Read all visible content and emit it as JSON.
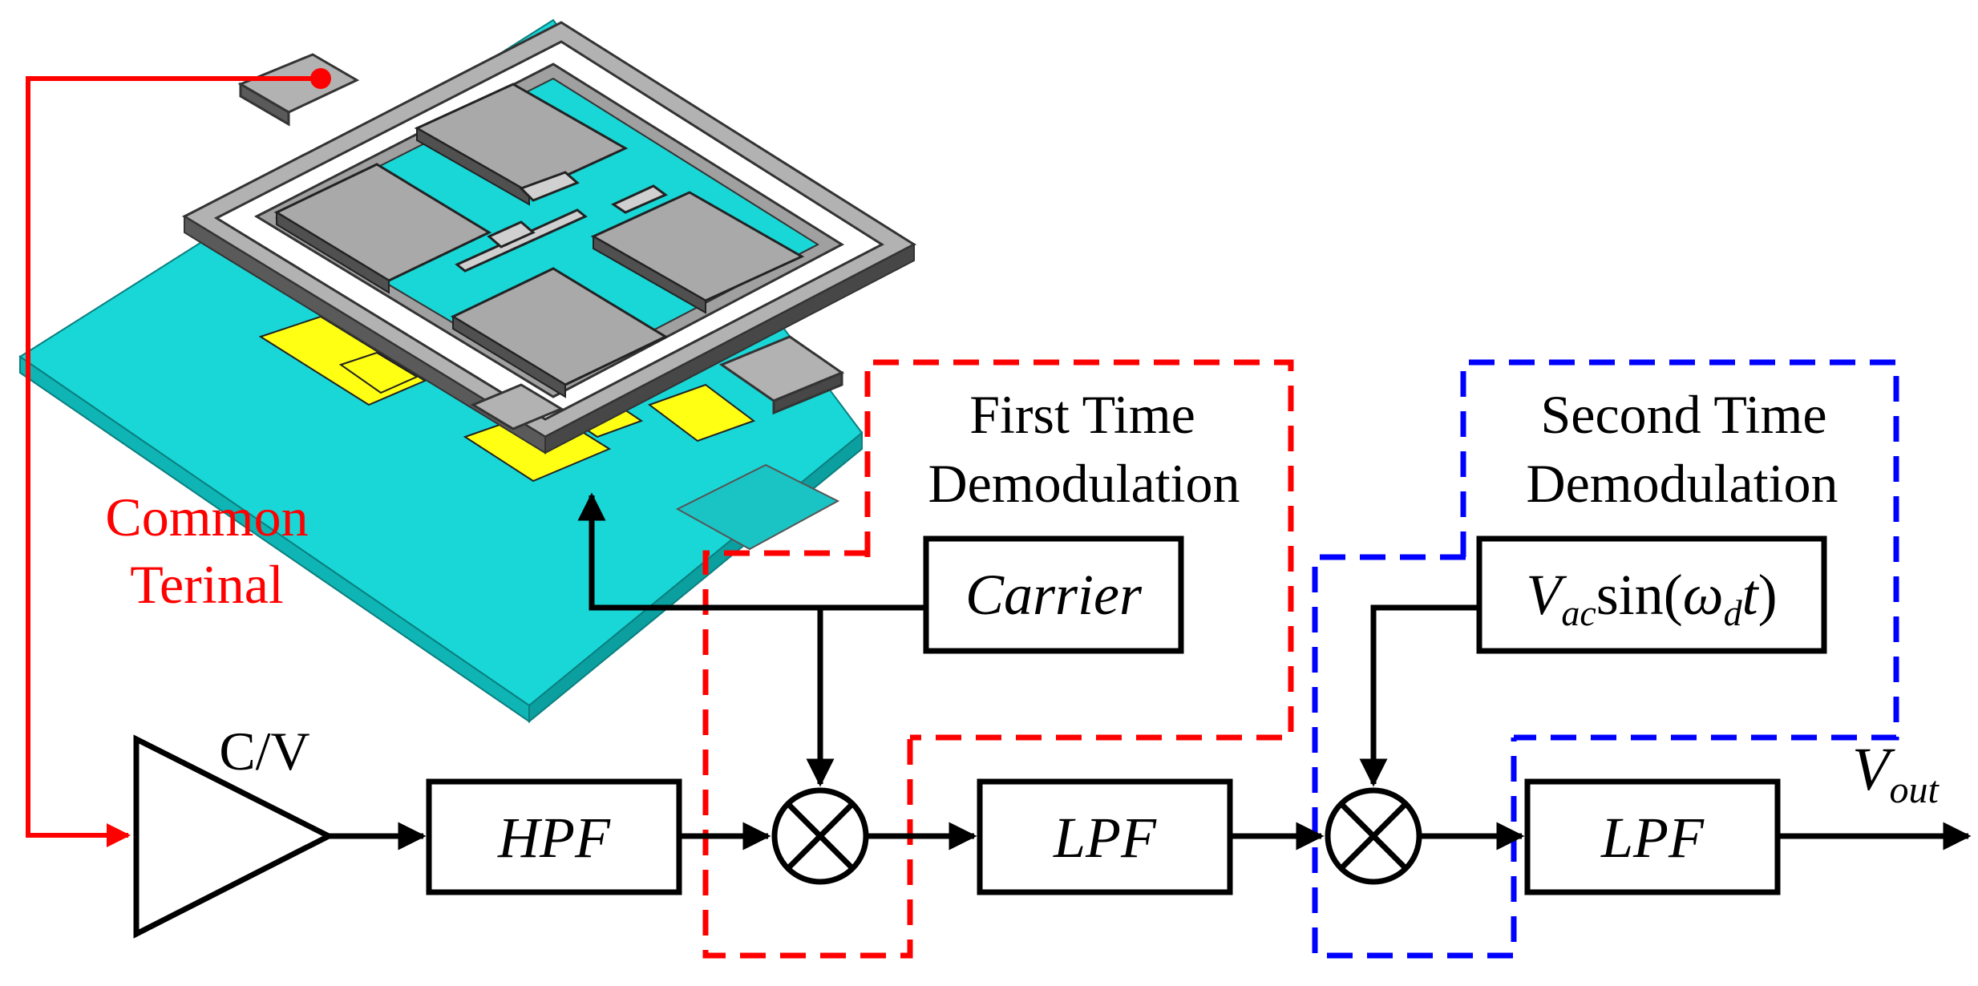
{
  "labels": {
    "common_terminal": [
      "Common",
      "Terinal"
    ],
    "cv": "C/V",
    "first_demod": [
      "First Time",
      "Demodulation"
    ],
    "second_demod": [
      "Second Time",
      "Demodulation"
    ]
  },
  "blocks": {
    "hpf": "HPF",
    "lpf1": "LPF",
    "lpf2": "LPF",
    "carrier": "Carrier",
    "vac": {
      "v": "V",
      "sub": "ac",
      "mid": "sin(",
      "omega": "ω",
      "osub": "d",
      "t": "t",
      "close": ")"
    }
  },
  "output": {
    "v": "V",
    "sub": "out"
  },
  "colors": {
    "terminal": "#ff0000",
    "first_box": "#ff0000",
    "second_box": "#0000ff",
    "substrate_top": "#19d7d7",
    "substrate_side": "#0fb4b4",
    "electrode": "#ffff14",
    "proof_mass": "#a9a9a9",
    "frame": "#b2b2b2",
    "frame_side": "#5a5a5a"
  }
}
